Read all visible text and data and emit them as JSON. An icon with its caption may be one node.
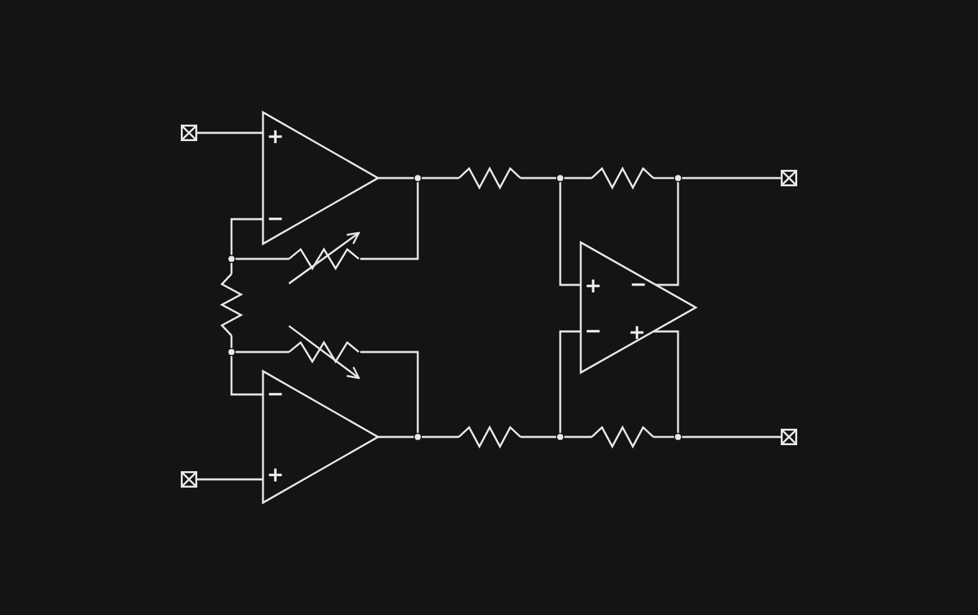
{
  "diagram": {
    "nodes": [
      {
        "text": [
          "+",
          "−"
        ]
      },
      {
        "text": [],
        "shape": "box"
      },
      {
        "text": [],
        "shape": "circle"
      },
      {
        "text": [],
        "shape": "resistor"
      },
      {
        "text": [],
        "shape": "circle"
      },
      {
        "text": [],
        "shape": "resistor"
      },
      {
        "text": [],
        "shape": "circle"
      },
      {
        "text": [],
        "shape": "box"
      },
      {
        "text": [],
        "shape": "circle"
      },
      {
        "text": [],
        "shape": "resistor"
      },
      {
        "text": [
          "+",
          "−",
          "−",
          "+"
        ]
      },
      {
        "text": [],
        "shape": "resistor"
      },
      {
        "text": [],
        "shape": "circle"
      },
      {
        "text": [],
        "shape": "resistor"
      },
      {
        "text": [
          "−",
          "+"
        ]
      },
      {
        "text": [],
        "shape": "circle"
      },
      {
        "text": [],
        "shape": "resistor"
      },
      {
        "text": [],
        "shape": "circle"
      },
      {
        "text": [],
        "shape": "resistor"
      },
      {
        "text": [],
        "shape": "circle"
      },
      {
        "text": [],
        "shape": "box"
      },
      {
        "text": [],
        "shape": "box"
      }
    ],
    "edges": [
      {
        "from": 1,
        "to": 0,
        "arrow": "none"
      },
      {
        "from": 0,
        "to": 2,
        "arrow": "none"
      },
      {
        "from": 2,
        "to": 3,
        "arrow": "none"
      },
      {
        "from": 3,
        "to": 4,
        "arrow": "none"
      },
      {
        "from": 4,
        "to": 5,
        "arrow": "none"
      },
      {
        "from": 5,
        "to": 6,
        "arrow": "none"
      },
      {
        "from": 6,
        "to": 7,
        "arrow": "none"
      },
      {
        "from": 0,
        "to": 8,
        "arrow": "none"
      },
      {
        "from": 8,
        "to": 9,
        "arrow": "none"
      },
      {
        "from": 9,
        "to": 2,
        "arrow": "none"
      },
      {
        "from": 8,
        "to": 11,
        "arrow": "none"
      },
      {
        "from": 11,
        "to": 12,
        "arrow": "none"
      },
      {
        "from": 12,
        "to": 13,
        "arrow": "none"
      },
      {
        "from": 13,
        "to": 15,
        "arrow": "none"
      },
      {
        "from": 12,
        "to": 14,
        "arrow": "none"
      },
      {
        "from": 14,
        "to": 15,
        "arrow": "none"
      },
      {
        "from": 15,
        "to": 16,
        "arrow": "none"
      },
      {
        "from": 16,
        "to": 17,
        "arrow": "none"
      },
      {
        "from": 17,
        "to": 18,
        "arrow": "none"
      },
      {
        "from": 18,
        "to": 19,
        "arrow": "none"
      },
      {
        "from": 19,
        "to": 20,
        "arrow": "none"
      },
      {
        "from": 4,
        "to": 10,
        "arrow": "none"
      },
      {
        "from": 17,
        "to": 10,
        "arrow": "none"
      },
      {
        "from": 6,
        "to": 10,
        "arrow": "none"
      },
      {
        "from": 19,
        "to": 10,
        "arrow": "none"
      },
      {
        "from": 21,
        "to": 14,
        "arrow": "none"
      }
    ]
  }
}
